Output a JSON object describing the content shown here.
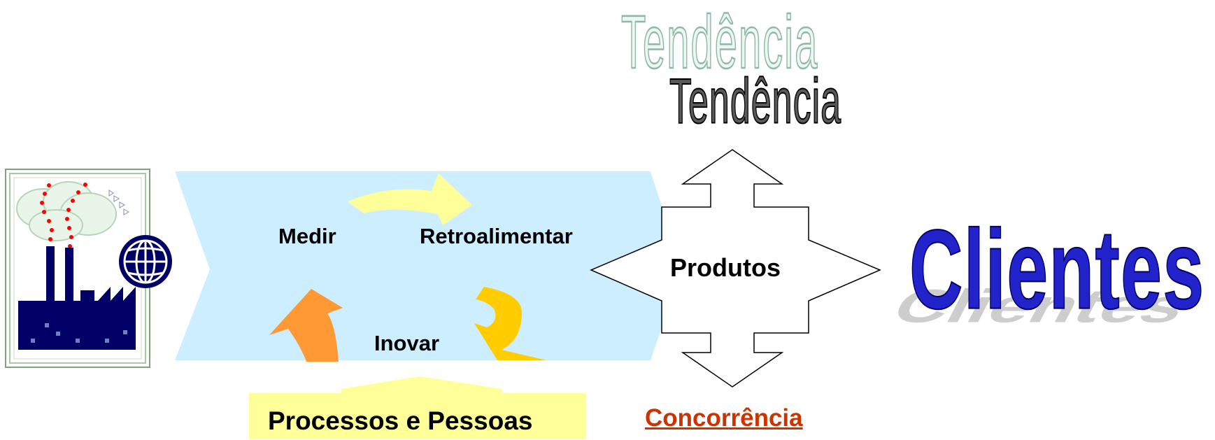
{
  "diagram": {
    "labels": {
      "medir": "Medir",
      "retroalimentar": "Retroalimentar",
      "inovar": "Inovar",
      "produtos": "Produtos",
      "processos_e_pessoas": "Processos e Pessoas",
      "concorrencia": "Concorrência",
      "tendencia_ghost": "Tendência",
      "tendencia": "Tendência",
      "clientes": "Clientes",
      "clientes_shadow": "Clientes"
    },
    "colors": {
      "band": "#cceeff",
      "arrow_light_yellow": "#ffff99",
      "arrow_orange": "#ff9933",
      "arrow_gold": "#ffcc00",
      "processos_box": "#ffff99",
      "concorrencia_text": "#cc3300",
      "clientes_text": "#2323cc",
      "factory_dark": "#000066",
      "factory_smoke": "#e8f5e8"
    },
    "icons": [
      "factory-icon",
      "globe-icon",
      "four-way-arrow-icon"
    ]
  }
}
